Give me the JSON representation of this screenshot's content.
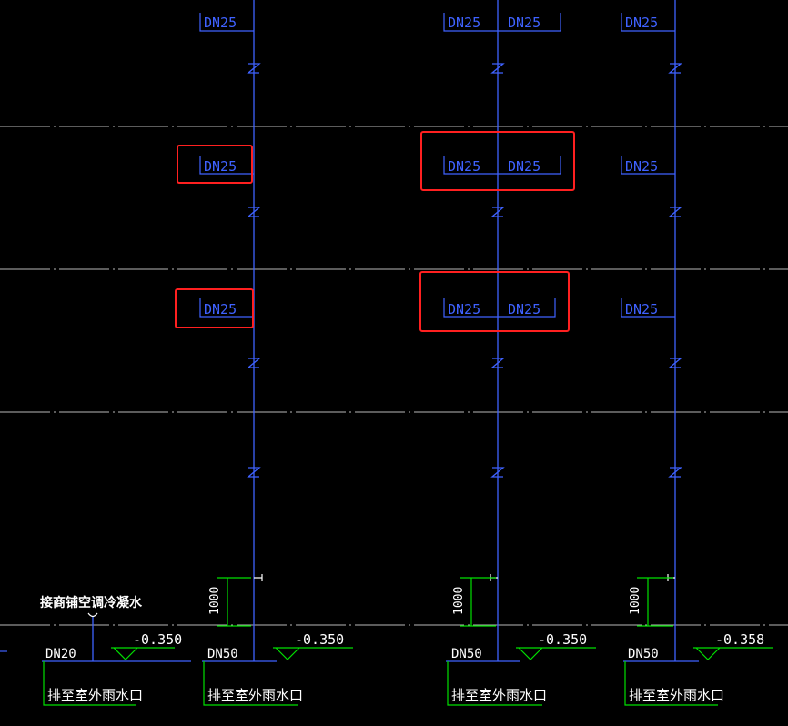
{
  "colors": {
    "background": "#000000",
    "pipe": "#3f62ff",
    "dimension": "#00e000",
    "annotation_white": "#ffffff",
    "floor_line": "#b8b8b8",
    "highlight": "#ff2020"
  },
  "labels": {
    "dn25": "DN25",
    "dn20": "DN20",
    "dn50": "DN50",
    "height_1000": "1000",
    "elevation": "-0.350",
    "elevation_right": "-0.358",
    "outlet": "排至室外雨水口",
    "condensate": "接商铺空调冷凝水"
  }
}
